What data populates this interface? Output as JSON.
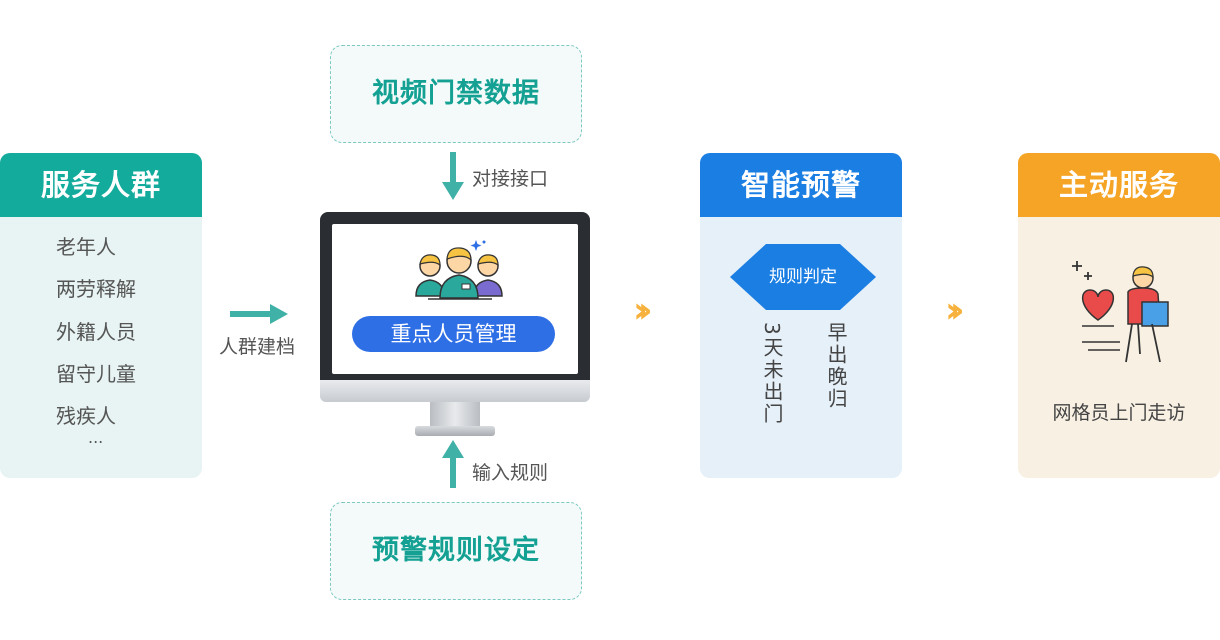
{
  "service_group": {
    "title": "服务人群",
    "items": [
      "老年人",
      "两劳释解",
      "外籍人员",
      "留守儿童",
      "残疾人",
      "..."
    ]
  },
  "flow_labels": {
    "archive": "人群建档",
    "interface": "对接接口",
    "input_rules": "输入规则"
  },
  "top_box": "视频门禁数据",
  "bottom_box": "预警规则设定",
  "monitor": {
    "label": "重点人员管理"
  },
  "warning": {
    "title": "智能预警",
    "rule": "规则判定",
    "conditions": [
      "3天未出门",
      "早出晚归"
    ]
  },
  "active_service": {
    "title": "主动服务",
    "caption": "网格员上门走访"
  },
  "colors": {
    "teal": "#13ab9c",
    "blue": "#1b7ee3",
    "orange": "#f5a425",
    "pill_blue": "#2f6fe6"
  }
}
